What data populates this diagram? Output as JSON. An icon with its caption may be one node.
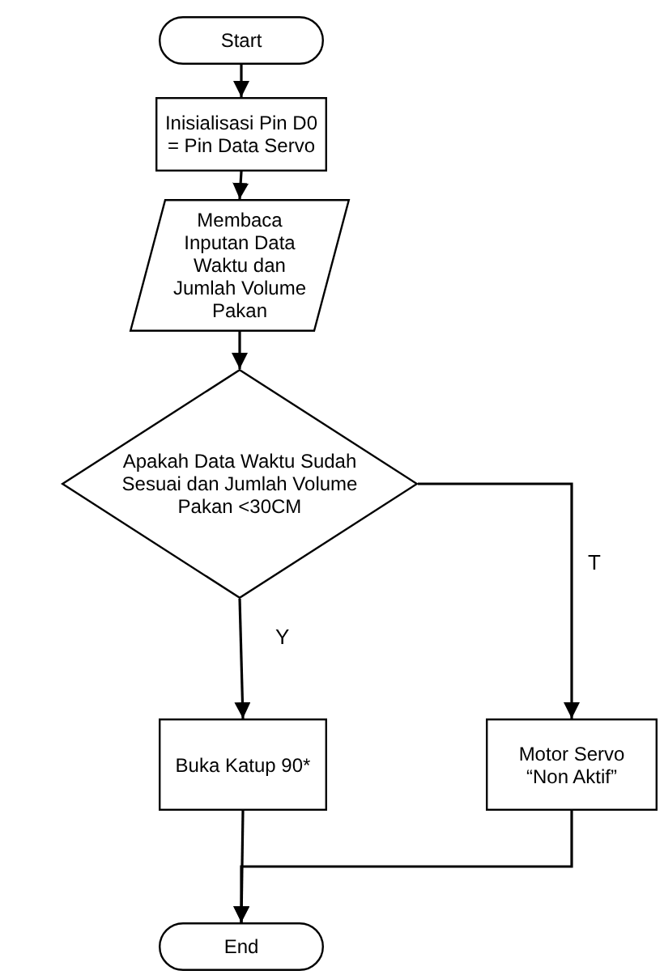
{
  "diagram": {
    "nodes": [
      {
        "text": [
          "Start"
        ]
      },
      {
        "text": [
          "Inisialisasi Pin D0 = Pin Data Servo"
        ]
      },
      {
        "text": [
          "Membaca Inputan Data Waktu dan Jumlah Volume Pakan"
        ]
      },
      {
        "text": [
          "Apakah Data Waktu Sudah Sesuai dan Jumlah Volume Pakan <30CM"
        ]
      },
      {
        "text": [
          "Buka Katup 90*"
        ]
      },
      {
        "text": [
          "Motor Servo “Non Aktif”"
        ]
      },
      {
        "text": [
          "End"
        ]
      }
    ],
    "edges": [
      {
        "from": 0,
        "to": 1,
        "arrow": "to"
      },
      {
        "from": 1,
        "to": 2,
        "arrow": "to"
      },
      {
        "from": 2,
        "to": 3,
        "arrow": "to"
      },
      {
        "from": 3,
        "to": 4,
        "arrow": "to",
        "label": "Y"
      },
      {
        "from": 3,
        "to": 5,
        "arrow": "to",
        "label": "T"
      },
      {
        "from": 4,
        "to": 6,
        "arrow": "to"
      },
      {
        "from": 5,
        "to": 6,
        "arrow": "to"
      }
    ]
  }
}
